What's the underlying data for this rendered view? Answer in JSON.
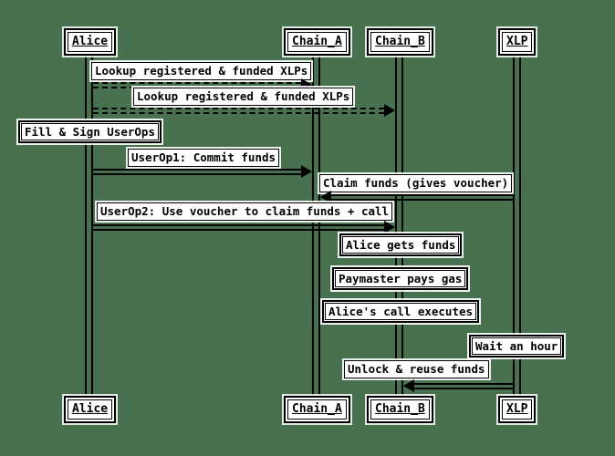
{
  "diagram": {
    "type": "sequence",
    "background_color": "#487150",
    "box_fill": "#ffffff",
    "line_color": "#000000",
    "participants": [
      {
        "name": "Alice"
      },
      {
        "name": "Chain_A"
      },
      {
        "name": "Chain_B"
      },
      {
        "name": "XLP"
      }
    ],
    "messages": [
      {
        "label": "Lookup registered & funded XLPs",
        "from": "Alice",
        "to": "Chain_A",
        "line": "dashed"
      },
      {
        "label": "Lookup registered & funded XLPs",
        "from": "Alice",
        "to": "Chain_B",
        "line": "dashed"
      },
      {
        "label": "UserOp1: Commit funds",
        "from": "Alice",
        "to": "Chain_A",
        "line": "solid"
      },
      {
        "label": "Claim funds (gives voucher)",
        "from": "XLP",
        "to": "Chain_A",
        "line": "solid"
      },
      {
        "label": "UserOp2: Use voucher to claim funds + call",
        "from": "Alice",
        "to": "Chain_B",
        "line": "solid"
      },
      {
        "label": "Unlock & reuse funds",
        "from": "XLP",
        "to": "Chain_B",
        "line": "solid"
      }
    ],
    "notes": [
      {
        "label": "Fill & Sign UserOps",
        "over": "Alice"
      },
      {
        "label": "Alice gets funds",
        "over": "Chain_B"
      },
      {
        "label": "Paymaster pays gas",
        "over": "Chain_B"
      },
      {
        "label": "Alice's call executes",
        "over": "Chain_B"
      },
      {
        "label": "Wait an hour",
        "over": "XLP"
      },
      {
        "label": "Unlock & reuse funds",
        "over": null
      }
    ]
  }
}
